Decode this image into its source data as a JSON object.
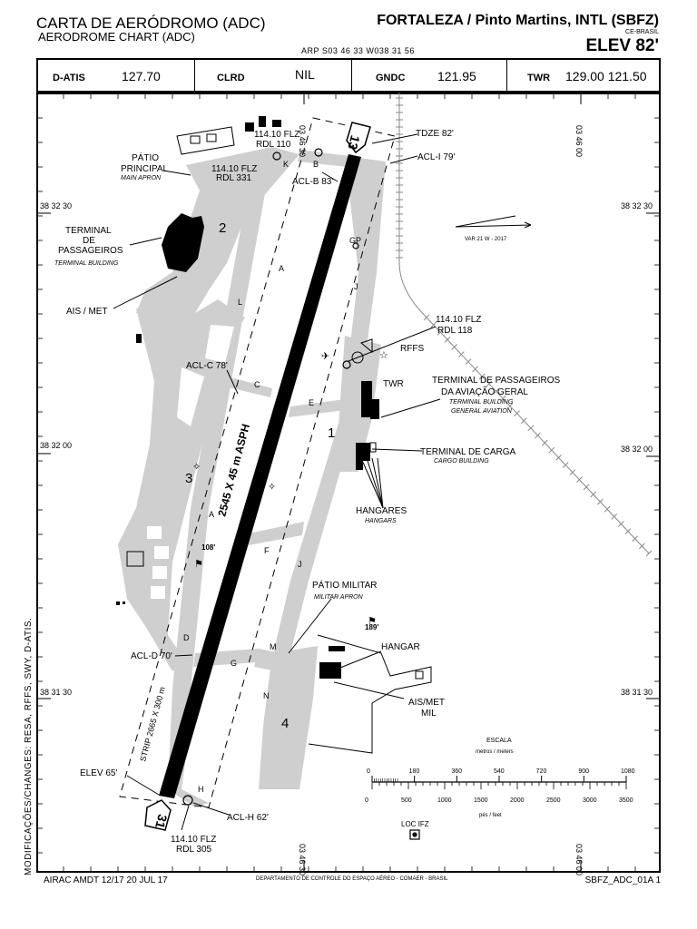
{
  "header": {
    "title_pt": "CARTA DE AERÓDROMO (ADC)",
    "title_en": "AERODROME CHART (ADC)",
    "airport": "FORTALEZA / Pinto Martins, INTL (SBFZ)",
    "region": "CE-BRASIL",
    "elevation": "ELEV 82'",
    "arp": "ARP  S03  46  33  W038  31  56"
  },
  "frequencies": [
    {
      "label": "D-ATIS",
      "value": "127.70"
    },
    {
      "label": "CLRD",
      "value": "NIL"
    },
    {
      "label": "GNDC",
      "value": "121.95"
    },
    {
      "label": "TWR",
      "value": "129.00 121.50"
    }
  ],
  "coords": {
    "lon_top_left": "03 46 30",
    "lon_top_right": "03 46 00",
    "lon_bottom_left": "03 46 30",
    "lon_bottom_right": "03 46 00",
    "lat_1": "38 32 30",
    "lat_2": "38 32 00",
    "lat_3": "38 31 30"
  },
  "runway": {
    "dims": "2545 X 45 m ASPH",
    "strip": "STRIP 2665 X 300 m",
    "rwy_north": "13",
    "rwy_south": "31"
  },
  "labels": {
    "patio_principal": "PÁTIO",
    "patio_principal_2": "PRINCIPAL",
    "main_apron": "MAIN APRON",
    "terminal_pax_1": "TERMINAL",
    "terminal_pax_2": "DE",
    "terminal_pax_3": "PASSAGEIROS",
    "terminal_building": "TERMINAL BUILDING",
    "ais_met": "AIS / MET",
    "vor_top_1": "114.10 FLZ",
    "vor_top_2": "RDL 110",
    "vor_k_1": "114.10 FLZ",
    "vor_k_2": "RDL 331",
    "tdze": "TDZE 82'",
    "acl_i": "ACL-I 79'",
    "acl_b": "ACL-B 83'",
    "var": "VAR  21  W  -  2017",
    "gp": "GP",
    "vor_118_1": "114.10 FLZ",
    "vor_118_2": "RDL 118",
    "rffs": "RFFS",
    "twr": "TWR",
    "term_ga_1": "TERMINAL DE PASSAGEIROS",
    "term_ga_2": "DA AVIAÇÃO GERAL",
    "term_ga_3": "TERMINAL BUILDING",
    "term_ga_4": "GENERAL AVIATION",
    "term_carga": "TERMINAL DE CARGA",
    "cargo_building": "CARGO BUILDING",
    "acl_c": "ACL-C 78'",
    "hangares": "HANGARES",
    "hangars": "HANGARS",
    "patio_militar": "PÁTIO MILITAR",
    "militar_apron": "MILITAR APRON",
    "hangar": "HANGAR",
    "ais_met_mil_1": "AIS/MET",
    "ais_met_mil_2": "MIL",
    "acl_d": "ACL-D 70'",
    "elev_65": "ELEV 65'",
    "acl_h": "ACL-H 62'",
    "vor_bottom_1": "114.10 FLZ",
    "vor_bottom_2": "RDL 305",
    "loc": "LOC IFZ",
    "brg_108": "108'",
    "brg_189": "189'",
    "apron_1": "1",
    "apron_2": "2",
    "apron_3": "3",
    "apron_4": "4",
    "twy_a1": "A",
    "twy_a2": "A",
    "twy_b": "B",
    "twy_c": "C",
    "twy_d": "D",
    "twy_e": "E",
    "twy_f": "F",
    "twy_g": "G",
    "twy_h": "H",
    "twy_j1": "J",
    "twy_j2": "J",
    "twy_k": "K",
    "twy_l": "L",
    "twy_m": "M",
    "twy_n": "N"
  },
  "scale": {
    "title": "ESCALA",
    "unit_m": "metros / meters",
    "unit_ft": "pés / feet",
    "meters": [
      "0",
      "180",
      "360",
      "540",
      "720",
      "900",
      "1080"
    ],
    "feet": [
      "0",
      "500",
      "1000",
      "1500",
      "2000",
      "2500",
      "3000",
      "3500"
    ]
  },
  "footer": {
    "airac": "AIRAC  AMDT 12/17  20  JUL  17",
    "dept": "DEPARTAMENTO DE CONTROLE DO ESPAÇO AÉREO - COMAER - BRASIL",
    "chart_id": "SBFZ_ADC_01A  1",
    "side_note": "MODIFICAÇÕES/CHANGES: RESA, RFFS, SWY, D-ATIS."
  }
}
